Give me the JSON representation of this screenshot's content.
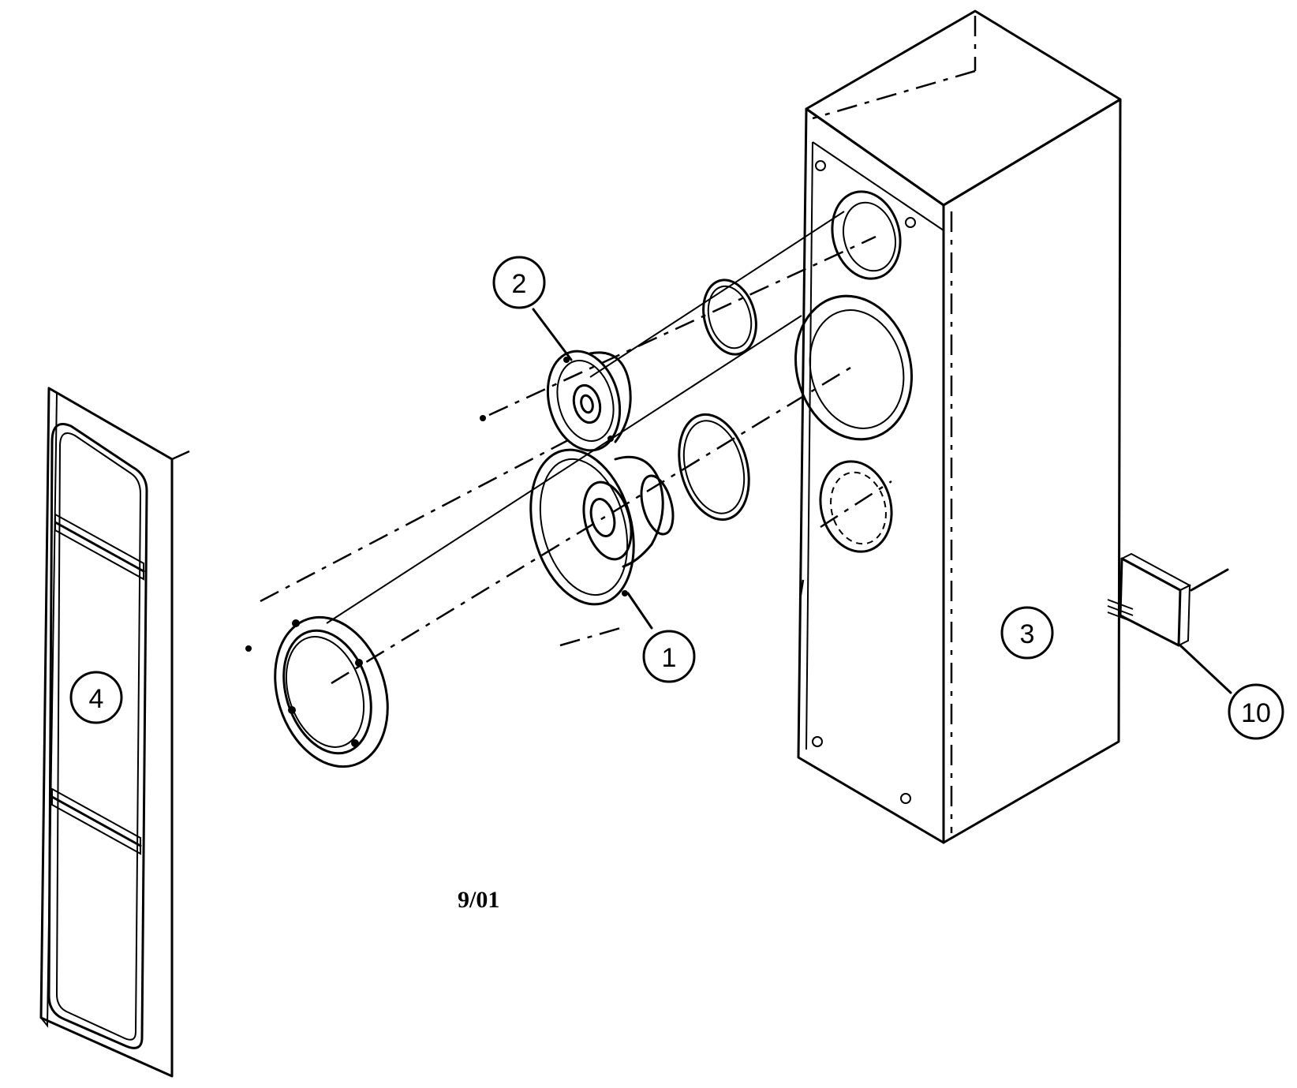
{
  "callouts": {
    "woofer": "1",
    "tweeter": "2",
    "cabinet": "3",
    "grille": "4",
    "terminal": "10"
  },
  "date_code": "9/01"
}
